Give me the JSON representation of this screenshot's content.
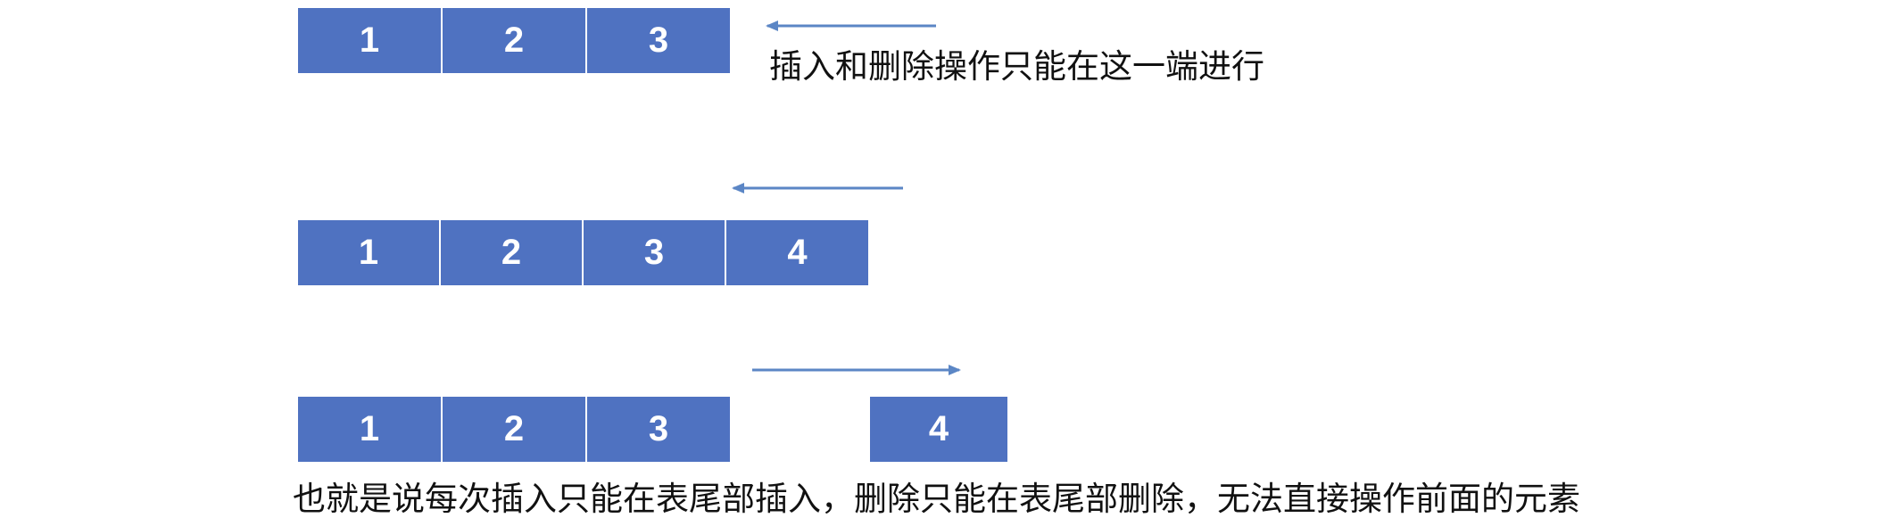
{
  "stage1": {
    "cells": [
      "1",
      "2",
      "3"
    ],
    "caption": "插入和删除操作只能在这一端进行"
  },
  "stage2": {
    "cells": [
      "1",
      "2",
      "3",
      "4"
    ]
  },
  "stage3": {
    "cells": [
      "1",
      "2",
      "3"
    ],
    "popped": "4",
    "caption": "也就是说每次插入只能在表尾部插入，删除只能在表尾部删除，无法直接操作前面的元素"
  },
  "colors": {
    "cell_fill": "#4F72C1",
    "arrow": "#5B86C5",
    "text": "#111111"
  }
}
